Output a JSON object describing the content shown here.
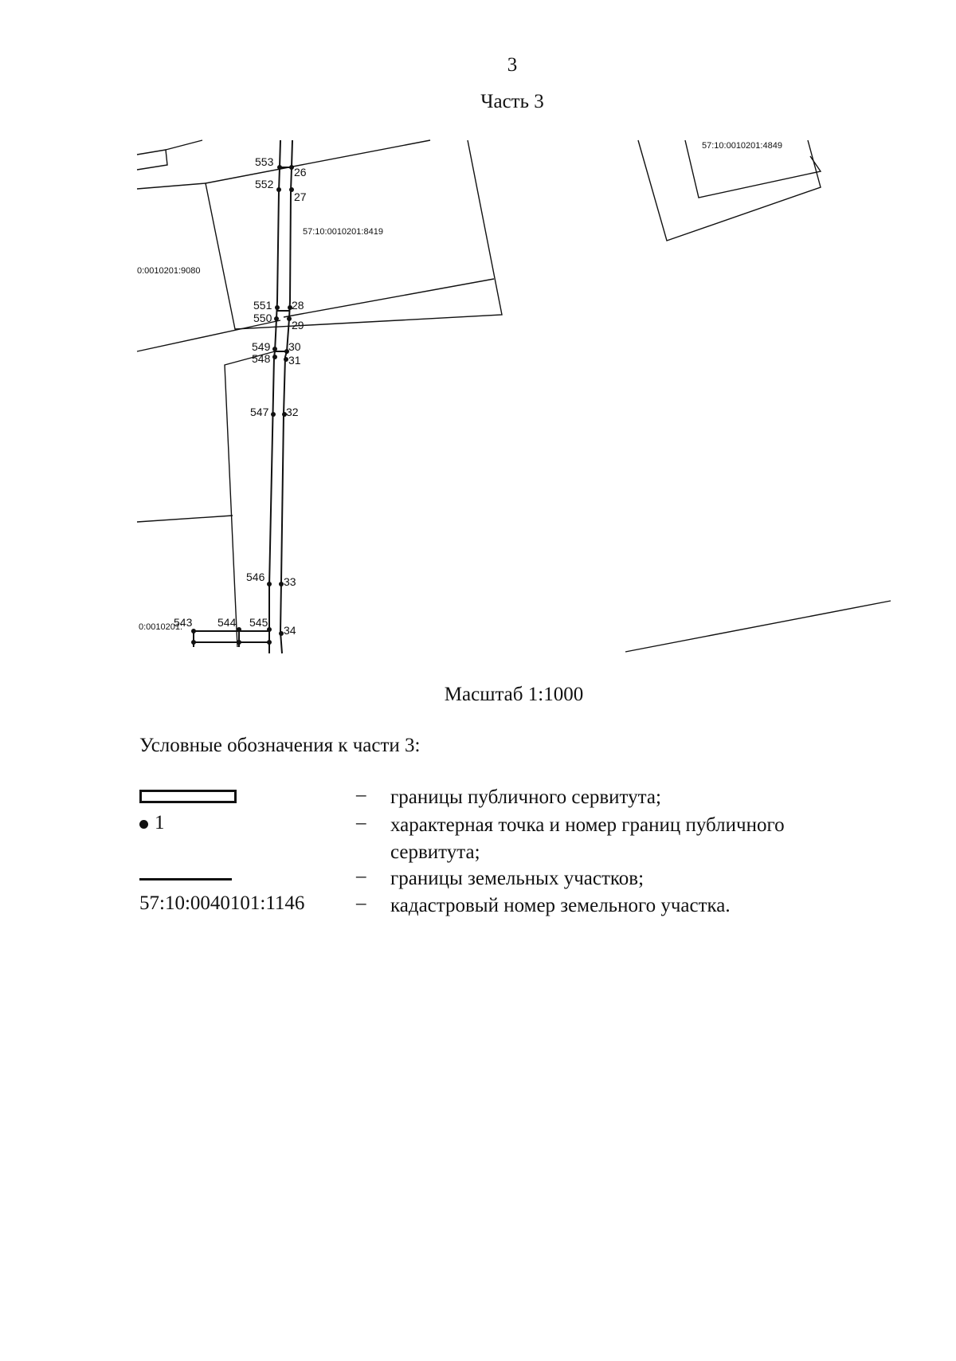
{
  "header": {
    "page_number": "3",
    "part_title": "Часть 3"
  },
  "map": {
    "cadastral_numbers": [
      "57:10:0010201:8419",
      "57:10:0010201:4849",
      "0:0010201:9080",
      "0:0010201:"
    ],
    "points": {
      "p553": "553",
      "p552": "552",
      "p551": "551",
      "p550": "550",
      "p549": "549",
      "p548": "548",
      "p547": "547",
      "p546": "546",
      "p545": "545",
      "p544": "544",
      "p543": "543",
      "p26": "26",
      "p27": "27",
      "p28": "28",
      "p29": "29",
      "p30": "30",
      "p31": "31",
      "p32": "32",
      "p33": "33",
      "p34": "34"
    }
  },
  "scale": "Масштаб 1:1000",
  "legend": {
    "title": "Условные обозначения к части 3:",
    "dash": "–",
    "items": [
      {
        "symbol": "rect",
        "description": "границы публичного сервитута;"
      },
      {
        "symbol": "dot",
        "symbol_text": "1",
        "description": "характерная точка и номер границ публичного сервитута;"
      },
      {
        "symbol": "line",
        "description": "границы земельных участков;"
      },
      {
        "symbol": "text",
        "symbol_text": "57:10:0040101:1146",
        "description": "кадастровый номер земельного участка."
      }
    ]
  }
}
